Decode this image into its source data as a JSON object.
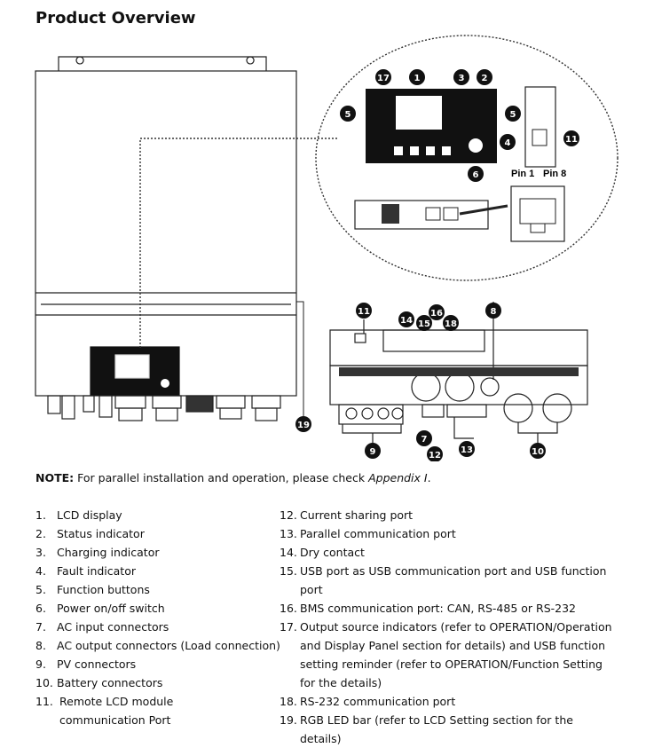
{
  "page": {
    "title": "Product Overview"
  },
  "figure": {
    "pin_labels": [
      "Pin 1",
      "Pin 8"
    ],
    "callouts_zoom": [
      "17",
      "1",
      "3",
      "2",
      "5",
      "5",
      "4",
      "6",
      "11"
    ],
    "callouts_bottom": [
      "11",
      "14",
      "15",
      "16",
      "18",
      "8",
      "7",
      "12",
      "13",
      "9",
      "10",
      "19"
    ]
  },
  "note": {
    "label": "NOTE:",
    "text": "For parallel installation and operation, please check",
    "link": "Appendix I",
    "end": "."
  },
  "items": [
    {
      "n": "1.",
      "t": "LCD display"
    },
    {
      "n": "2.",
      "t": "Status indicator"
    },
    {
      "n": "3.",
      "t": "Charging indicator"
    },
    {
      "n": "4.",
      "t": "Fault indicator"
    },
    {
      "n": "5.",
      "t": "Function buttons"
    },
    {
      "n": "6.",
      "t": "Power on/off switch"
    },
    {
      "n": "7.",
      "t": "AC input connectors"
    },
    {
      "n": "8.",
      "t": "AC output connectors (Load connection)"
    },
    {
      "n": "9.",
      "t": "PV connectors"
    },
    {
      "n": "10.",
      "t": "Battery connectors"
    },
    {
      "n": "11.",
      "t": "Remote LCD module communication Port"
    },
    {
      "n": "12.",
      "t": "Current sharing port"
    },
    {
      "n": "13.",
      "t": "Parallel communication port"
    },
    {
      "n": "14.",
      "t": "Dry contact"
    },
    {
      "n": "15.",
      "t": "USB port as USB communication port and USB function port"
    },
    {
      "n": "16.",
      "t": "BMS communication port: CAN, RS-485 or RS-232"
    },
    {
      "n": "17.",
      "t": "Output source indicators (refer to OPERATION/Operation and Display Panel section for details) and USB function setting reminder (refer to OPERATION/Function Setting for the details)"
    },
    {
      "n": "18.",
      "t": "RS-232 communication port"
    },
    {
      "n": "19.",
      "t": "RGB LED bar (refer to LCD Setting section for the details)"
    }
  ]
}
